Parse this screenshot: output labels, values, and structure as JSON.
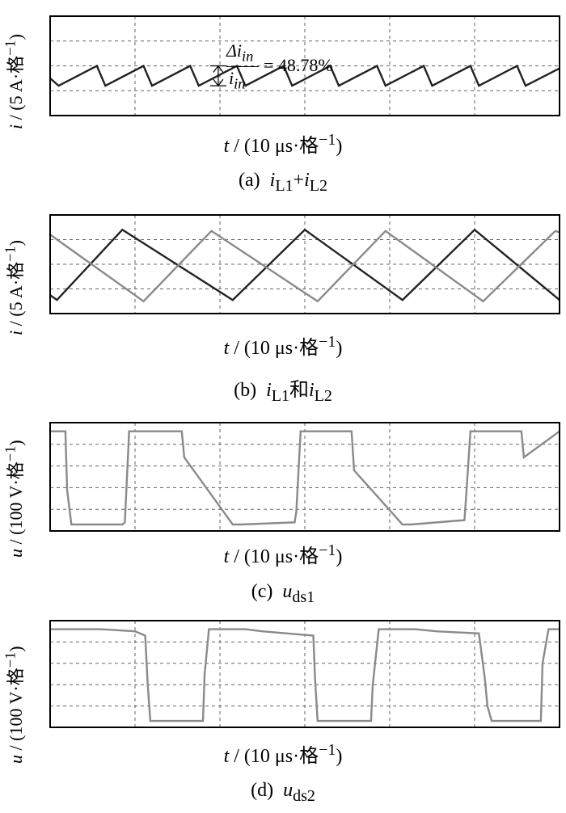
{
  "colors": {
    "dark": "#222222",
    "gray": "#8a8a8a",
    "grid": "#666666",
    "frame": "#000000"
  },
  "chart_data": [
    {
      "id": "a",
      "type": "line",
      "caption": {
        "tag": "(a)",
        "parts": [
          "i",
          "L1",
          "+",
          "i",
          "L2"
        ]
      },
      "ylabel": {
        "var": "i",
        "unit": " / (5 A·格",
        "exp": "−1",
        "close": ")"
      },
      "xlabel": {
        "var": "t",
        "unit": " / (10 μs·格",
        "exp": "−1",
        "close": ")"
      },
      "annotation": {
        "numer": "Δi",
        "numer_sub": "in",
        "denom": "i",
        "denom_sub": "in",
        "value": "= 48.78%"
      },
      "grid": {
        "xdiv": 6,
        "ydiv": 4
      },
      "series": [
        {
          "color": "dark",
          "x": [
            0,
            0.1,
            0.55,
            0.65,
            1.1,
            1.2,
            1.65,
            1.75,
            2.2,
            2.3,
            2.75,
            2.85,
            3.3,
            3.4,
            3.85,
            3.95,
            4.4,
            4.5,
            4.95,
            5.05,
            5.5,
            5.6,
            6.0
          ],
          "y": [
            1.5,
            1.2,
            2.0,
            1.2,
            2.0,
            1.2,
            2.0,
            1.2,
            2.0,
            1.2,
            2.0,
            1.2,
            2.0,
            1.2,
            2.0,
            1.2,
            2.0,
            1.2,
            2.0,
            1.2,
            2.0,
            1.2,
            1.9
          ]
        }
      ]
    },
    {
      "id": "b",
      "type": "line",
      "caption": {
        "tag": "(b)",
        "parts": [
          "i",
          "L1",
          "和",
          "i",
          "L2"
        ]
      },
      "ylabel": {
        "var": "i",
        "unit": " / (5 A·格",
        "exp": "−1",
        "close": ")"
      },
      "xlabel": {
        "var": "t",
        "unit": " / (10 μs·格",
        "exp": "−1",
        "close": ")"
      },
      "grid": {
        "xdiv": 6,
        "ydiv": 4
      },
      "series": [
        {
          "color": "dark",
          "x": [
            0,
            0.08,
            0.85,
            2.15,
            3.0,
            4.15,
            5.0,
            6.0
          ],
          "y": [
            0.75,
            0.55,
            3.4,
            0.55,
            3.4,
            0.55,
            3.4,
            0.55
          ]
        },
        {
          "color": "gray",
          "x": [
            0,
            1.1,
            1.9,
            3.15,
            3.95,
            5.1,
            5.95,
            6.0
          ],
          "y": [
            3.2,
            0.5,
            3.35,
            0.5,
            3.35,
            0.5,
            3.35,
            3.3
          ]
        }
      ]
    },
    {
      "id": "c",
      "type": "line",
      "caption": {
        "tag": "(c)",
        "parts": [
          "u",
          "ds1"
        ]
      },
      "ylabel": {
        "var": "u",
        "unit": " / (100 V·格",
        "exp": "−1",
        "close": ")"
      },
      "xlabel": {
        "var": "t",
        "unit": " / (10 μs·格",
        "exp": "−1",
        "close": ")"
      },
      "grid": {
        "xdiv": 6,
        "ydiv": 5
      },
      "series": [
        {
          "color": "gray",
          "x": [
            0,
            0.18,
            0.2,
            0.25,
            0.85,
            0.88,
            0.93,
            1.55,
            1.58,
            2.15,
            2.2,
            2.25,
            2.88,
            2.9,
            2.95,
            3.55,
            3.58,
            4.15,
            4.2,
            4.25,
            4.88,
            4.9,
            4.95,
            5.55,
            5.58,
            6.0
          ],
          "y": [
            4.6,
            4.6,
            1.9,
            0.3,
            0.3,
            0.4,
            4.6,
            4.6,
            3.4,
            0.3,
            0.3,
            0.3,
            0.4,
            0.9,
            4.6,
            4.6,
            2.8,
            0.3,
            0.3,
            0.3,
            0.5,
            1.6,
            4.6,
            4.6,
            3.4,
            4.6
          ]
        }
      ]
    },
    {
      "id": "d",
      "type": "line",
      "caption": {
        "tag": "(d)",
        "parts": [
          "u",
          "ds2"
        ]
      },
      "ylabel": {
        "var": "u",
        "unit": " / (100 V·格",
        "exp": "−1",
        "close": ")"
      },
      "xlabel": {
        "var": "t",
        "unit": " / (10 μs·格",
        "exp": "−1",
        "close": ")"
      },
      "grid": {
        "xdiv": 6,
        "ydiv": 5
      },
      "series": [
        {
          "color": "gray",
          "x": [
            0,
            0.6,
            1.0,
            1.12,
            1.15,
            1.18,
            1.8,
            1.82,
            1.87,
            2.3,
            2.5,
            3.1,
            3.12,
            3.15,
            3.18,
            3.78,
            3.8,
            3.87,
            4.3,
            4.55,
            5.05,
            5.12,
            5.15,
            5.2,
            5.78,
            5.8,
            5.87,
            6.0
          ],
          "y": [
            4.6,
            4.6,
            4.5,
            4.3,
            2.0,
            0.3,
            0.3,
            2.5,
            4.6,
            4.6,
            4.5,
            4.3,
            2.3,
            0.3,
            0.3,
            0.3,
            2.0,
            4.6,
            4.6,
            4.5,
            4.4,
            2.3,
            1.0,
            0.3,
            0.3,
            3.0,
            4.6,
            4.6
          ]
        }
      ]
    }
  ]
}
